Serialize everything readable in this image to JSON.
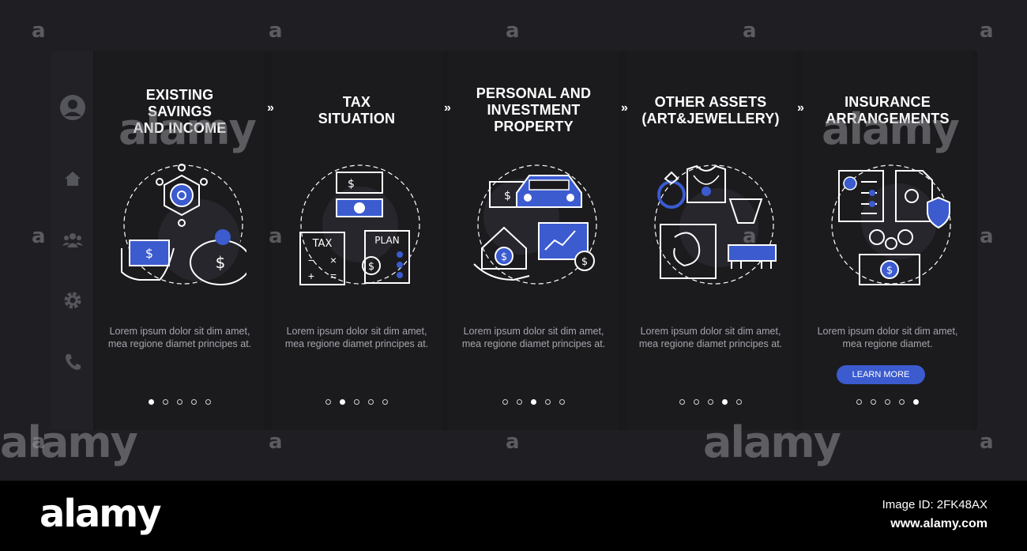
{
  "sidebar": {
    "icons": [
      "user-icon",
      "home-icon",
      "group-icon",
      "settings-icon",
      "phone-icon"
    ]
  },
  "cards": [
    {
      "title": "EXISTING\nSAVINGS\nAND INCOME",
      "illustration": "savings-income-illustration",
      "text": "Lorem ipsum dolor sit dim amet, mea regione diamet principes at.",
      "active_dot": 0
    },
    {
      "title": "TAX\nSITUATION",
      "illustration": "tax-plan-illustration",
      "text": "Lorem ipsum dolor sit dim amet, mea regione diamet principes at.",
      "active_dot": 1
    },
    {
      "title": "PERSONAL AND\nINVESTMENT\nPROPERTY",
      "illustration": "property-car-illustration",
      "text": "Lorem ipsum dolor sit dim amet, mea regione diamet principes at.",
      "active_dot": 2
    },
    {
      "title": "OTHER ASSETS\n(ART&JEWELLERY)",
      "illustration": "art-jewellery-illustration",
      "text": "Lorem ipsum dolor sit dim amet, mea regione diamet principes at.",
      "active_dot": 3
    },
    {
      "title": "INSURANCE\nARRANGEMENTS",
      "illustration": "insurance-illustration",
      "text": "Lorem ipsum dolor sit dim amet, mea regione diamet.",
      "active_dot": 4,
      "button_label": "LEARN MORE"
    }
  ],
  "separator": "»",
  "colors": {
    "accent": "#3b5bcf",
    "background": "#19191c",
    "text": "#ffffff"
  },
  "watermark": {
    "letter": "a",
    "brand": "alamy"
  },
  "footer": {
    "logo": "alamy",
    "image_id": "Image ID: 2FK48AX",
    "url": "www.alamy.com"
  }
}
